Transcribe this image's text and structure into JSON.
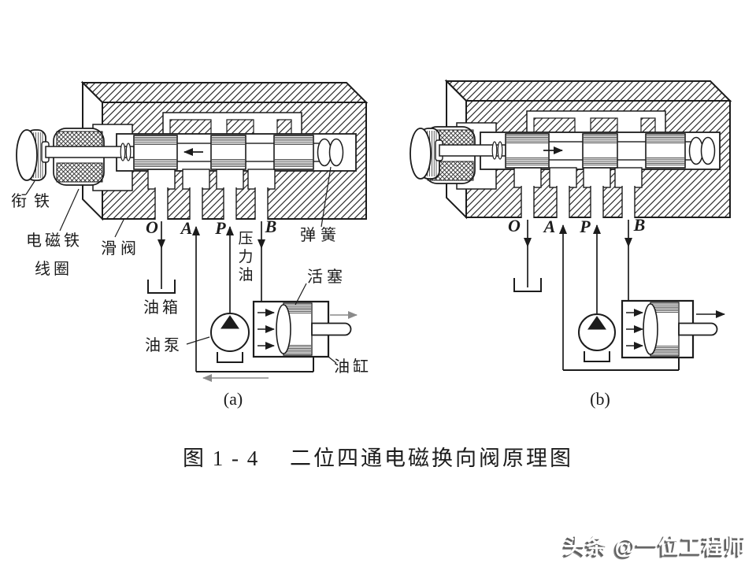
{
  "figure": {
    "caption": {
      "number": "图 1 - 4",
      "title": "二位四通电磁换向阀原理图"
    },
    "subfigures": {
      "a": "(a)",
      "b": "(b)"
    },
    "ports": [
      "O",
      "A",
      "P",
      "B"
    ],
    "labels": {
      "armature": "衔铁",
      "coil_line1": "电磁铁",
      "coil_line2": "线圈",
      "spool": "滑阀",
      "pressure_oil": "压力油",
      "spring": "弹簧",
      "tank": "油箱",
      "pump": "油泵",
      "piston": "活塞",
      "cylinder": "油缸"
    },
    "colors": {
      "ink": "#1c1c1c",
      "gray_flow_arrow": "#8a8a8a",
      "background": "#ffffff",
      "watermark_shadow": "#5f5f5f"
    }
  },
  "watermark": "头条 @一位工程师"
}
